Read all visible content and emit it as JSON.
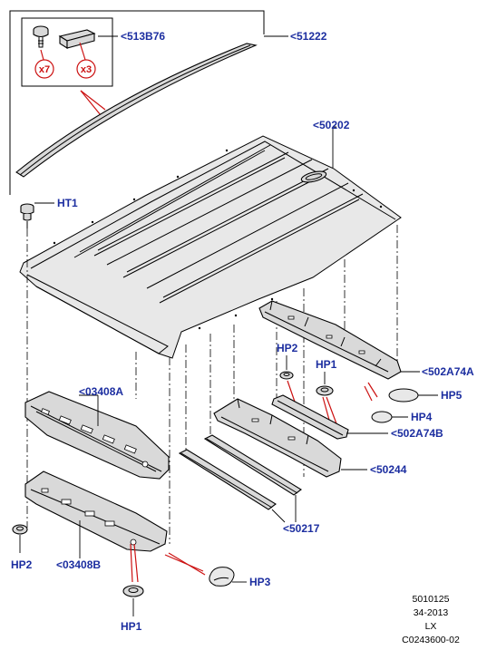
{
  "diagram": {
    "callouts": {
      "p513B76": "<513B76",
      "p51222": "<51222",
      "p50202": "<50202",
      "ht1": "HT1",
      "hp2_top": "HP2",
      "hp1_mid": "HP1",
      "p502A74A": "<502A74A",
      "hp5": "HP5",
      "hp4": "HP4",
      "p03408A": "<03408A",
      "p502A74B": "<502A74B",
      "p50244": "<50244",
      "p50217": "<50217",
      "hp2_bot": "HP2",
      "p03408B": "<03408B",
      "hp3": "HP3",
      "hp1_bot": "HP1"
    },
    "quantities": {
      "clip_qty": "x7",
      "block_qty": "x3"
    },
    "footer": {
      "line1": "5010125",
      "line2": "34-2013",
      "line3": "LX",
      "line4": "C0243600-02"
    }
  }
}
